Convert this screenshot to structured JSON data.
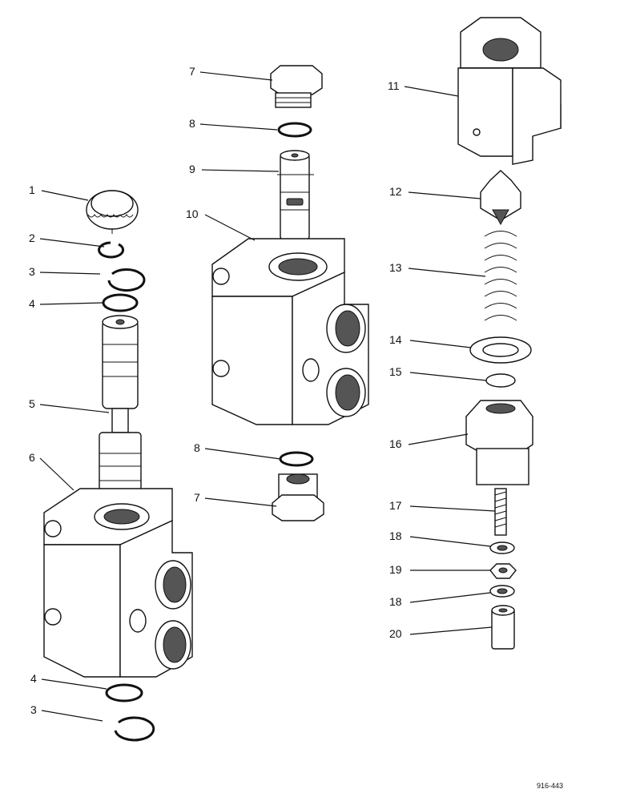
{
  "callouts": {
    "c1": "1",
    "c2": "2",
    "c3a": "3",
    "c4a": "4",
    "c5": "5",
    "c6": "6",
    "c4b": "4",
    "c3b": "3",
    "c7a": "7",
    "c8a": "8",
    "c9": "9",
    "c10": "10",
    "c8b": "8",
    "c7b": "7",
    "c11": "11",
    "c12": "12",
    "c13": "13",
    "c14": "14",
    "c15": "15",
    "c16": "16",
    "c17": "17",
    "c18a": "18",
    "c19": "19",
    "c18b": "18",
    "c20": "20"
  },
  "drawing_ref": "916-443"
}
